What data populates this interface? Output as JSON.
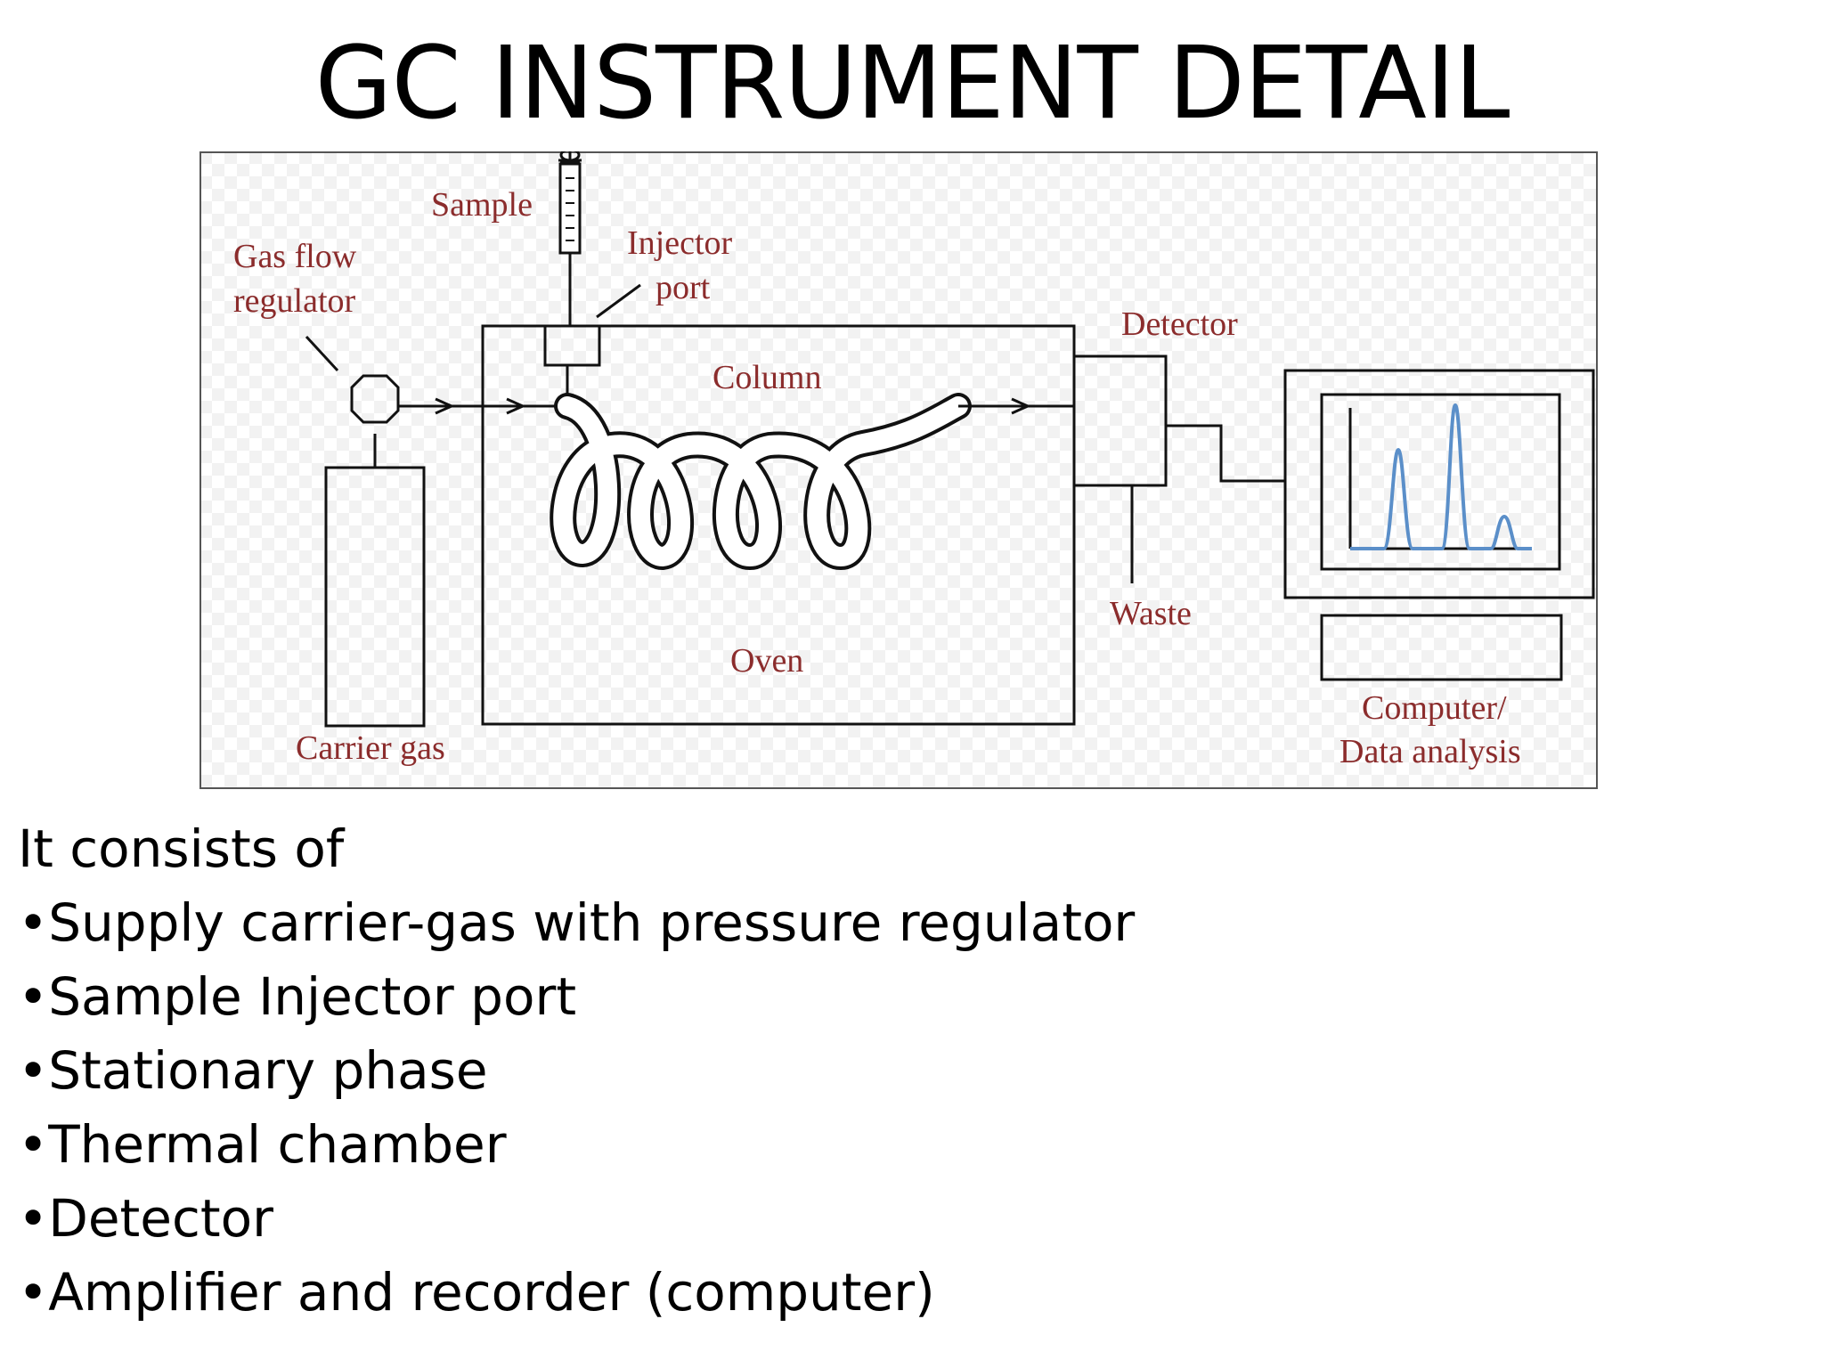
{
  "slide": {
    "title": "GC INSTRUMENT DETAIL"
  },
  "diagram": {
    "labels": {
      "sample": "Sample",
      "gas_flow_1": "Gas flow",
      "gas_flow_2": "regulator",
      "injector_1": "Injector",
      "injector_2": "port",
      "detector": "Detector",
      "column": "Column",
      "oven": "Oven",
      "waste": "Waste",
      "carrier_gas": "Carrier gas",
      "computer_1": "Computer/",
      "computer_2": "Data analysis"
    },
    "colors": {
      "label": "#8b2c2c",
      "line": "#111111",
      "chromatogram": "#5b8fc9",
      "background_check": "#f2f2f2"
    }
  },
  "content": {
    "intro": "It consists of",
    "bullets": [
      "•Supply carrier-gas with pressure regulator",
      "•Sample Injector port",
      "•Stationary phase",
      "•Thermal chamber",
      "•Detector",
      "•Amplifier and recorder (computer)"
    ]
  }
}
